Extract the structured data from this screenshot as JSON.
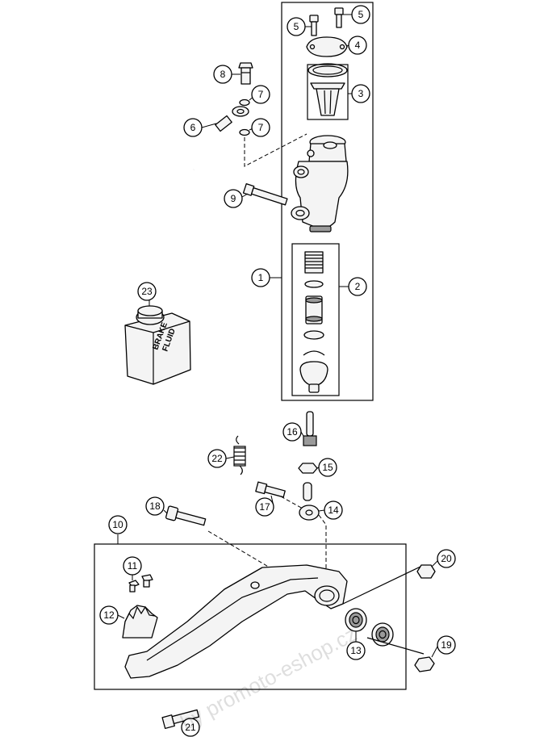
{
  "callouts": [
    "1",
    "2",
    "3",
    "4",
    "5",
    "5",
    "6",
    "7",
    "7",
    "8",
    "9",
    "10",
    "11",
    "12",
    "13",
    "14",
    "15",
    "16",
    "17",
    "18",
    "19",
    "20",
    "21",
    "22",
    "23"
  ],
  "brake_fluid_label": {
    "line1": "BRAKE",
    "line2": "FLUID"
  },
  "watermark": "by promoto-eshop.cz",
  "colors": {
    "line": "#000000",
    "background": "#ffffff",
    "part_fill": "#f4f4f4"
  }
}
